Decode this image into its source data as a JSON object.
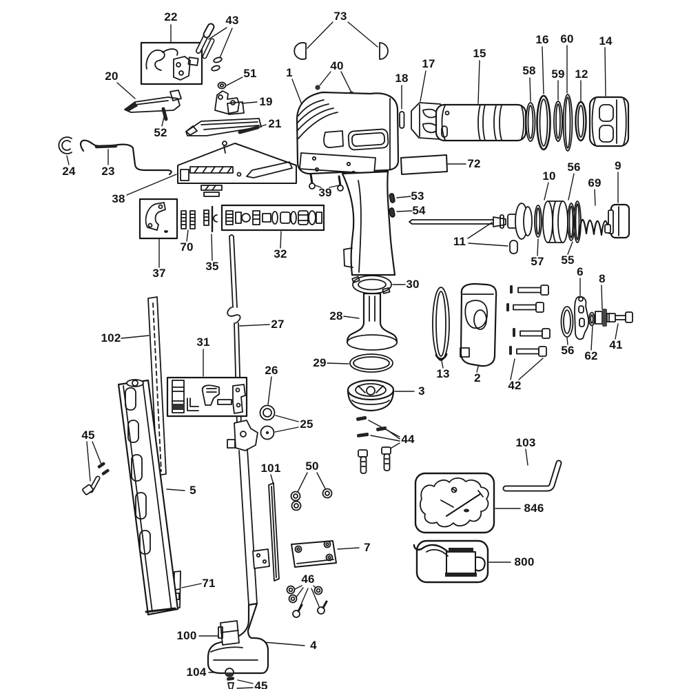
{
  "diagram": {
    "subject": "Pneumatic framing nailer exploded parts diagram",
    "background": "#ffffff",
    "line_color": "#161616",
    "labels": {
      "1": "1",
      "2": "2",
      "3": "3",
      "4": "4",
      "5": "5",
      "6": "6",
      "7": "7",
      "8": "8",
      "9": "9",
      "10": "10",
      "11": "11",
      "12": "12",
      "13": "13",
      "14": "14",
      "15": "15",
      "16": "16",
      "17": "17",
      "18": "18",
      "19": "19",
      "20": "20",
      "21": "21",
      "22": "22",
      "23": "23",
      "24": "24",
      "25": "25",
      "26": "26",
      "27": "27",
      "28": "28",
      "29": "29",
      "30": "30",
      "31": "31",
      "32": "32",
      "35": "35",
      "37": "37",
      "38": "38",
      "39": "39",
      "40": "40",
      "41": "41",
      "42": "42",
      "43": "43",
      "44": "44",
      "45": "45",
      "46": "46",
      "50": "50",
      "51": "51",
      "52": "52",
      "53": "53",
      "54": "54",
      "55": "55",
      "56": "56",
      "57": "57",
      "58": "58",
      "59": "59",
      "60": "60",
      "62": "62",
      "69": "69",
      "70": "70",
      "71": "71",
      "72": "72",
      "73": "73",
      "100": "100",
      "101": "101",
      "102": "102",
      "103": "103",
      "104": "104",
      "800": "800",
      "846": "846"
    },
    "parts_list": [
      "1",
      "2",
      "3",
      "4",
      "5",
      "6",
      "7",
      "8",
      "9",
      "10",
      "11",
      "12",
      "13",
      "14",
      "15",
      "16",
      "17",
      "18",
      "19",
      "20",
      "21",
      "22",
      "23",
      "24",
      "25",
      "26",
      "27",
      "28",
      "29",
      "30",
      "31",
      "32",
      "35",
      "37",
      "38",
      "39",
      "40",
      "41",
      "42",
      "43",
      "44",
      "45",
      "46",
      "50",
      "51",
      "52",
      "53",
      "54",
      "55",
      "56",
      "57",
      "58",
      "59",
      "60",
      "62",
      "69",
      "70",
      "71",
      "72",
      "73",
      "100",
      "101",
      "102",
      "103",
      "104",
      "800",
      "846"
    ]
  }
}
